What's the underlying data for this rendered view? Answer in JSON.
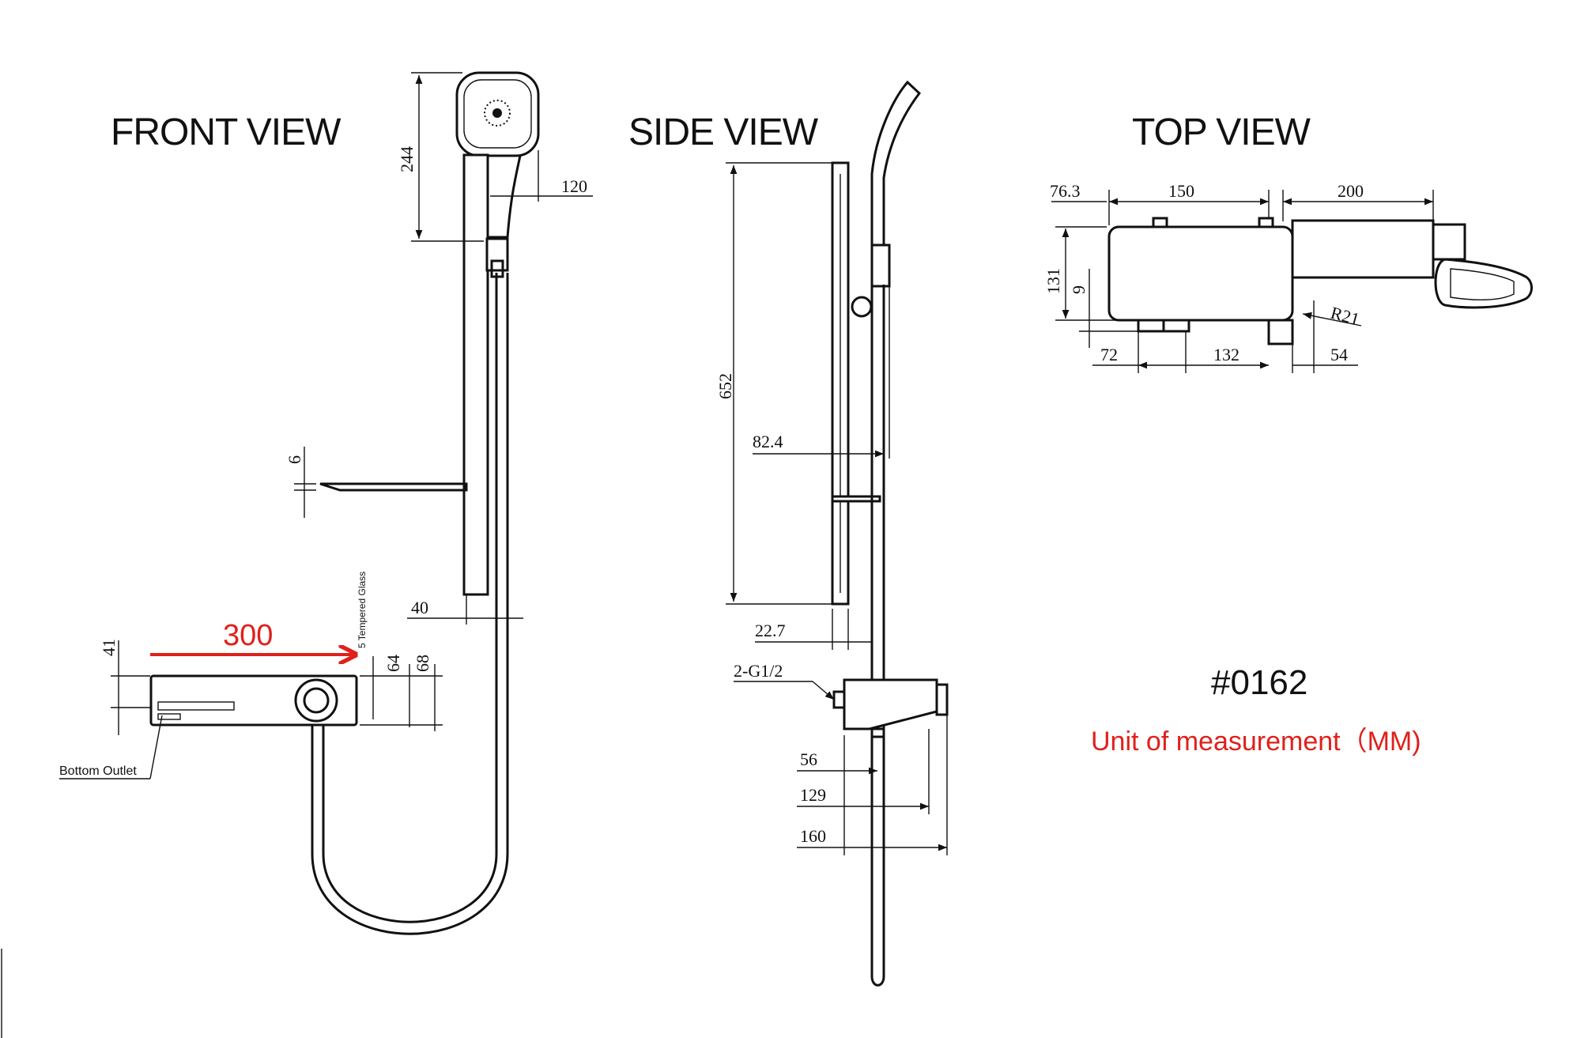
{
  "views": {
    "front": "FRONT VIEW",
    "side": "SIDE VIEW",
    "top": "TOP VIEW"
  },
  "front_dims": {
    "head_height": "244",
    "head_width": "120",
    "shelf_thickness": "6",
    "bar_offset": "40",
    "mixer_top": "41",
    "mixer_64": "64",
    "mixer_68": "68",
    "glass_note": "5 Tempered Glass",
    "outlet_note": "Bottom Outlet",
    "red_value": "300"
  },
  "side_dims": {
    "rail_height": "652",
    "shelf_depth": "82.4",
    "rail_depth": "22.7",
    "inlet": "2-G1/2",
    "d56": "56",
    "d129": "129",
    "d160": "160"
  },
  "top_dims": {
    "d76": "76.3",
    "d150": "150",
    "d200": "200",
    "d131": "131",
    "d9": "9",
    "d72": "72",
    "d132": "132",
    "d54": "54",
    "radius": "R21"
  },
  "model": "#0162",
  "unit_note": "Unit of measurement（MM)",
  "colors": {
    "accent_red": "#e0201b",
    "line": "#111111"
  }
}
